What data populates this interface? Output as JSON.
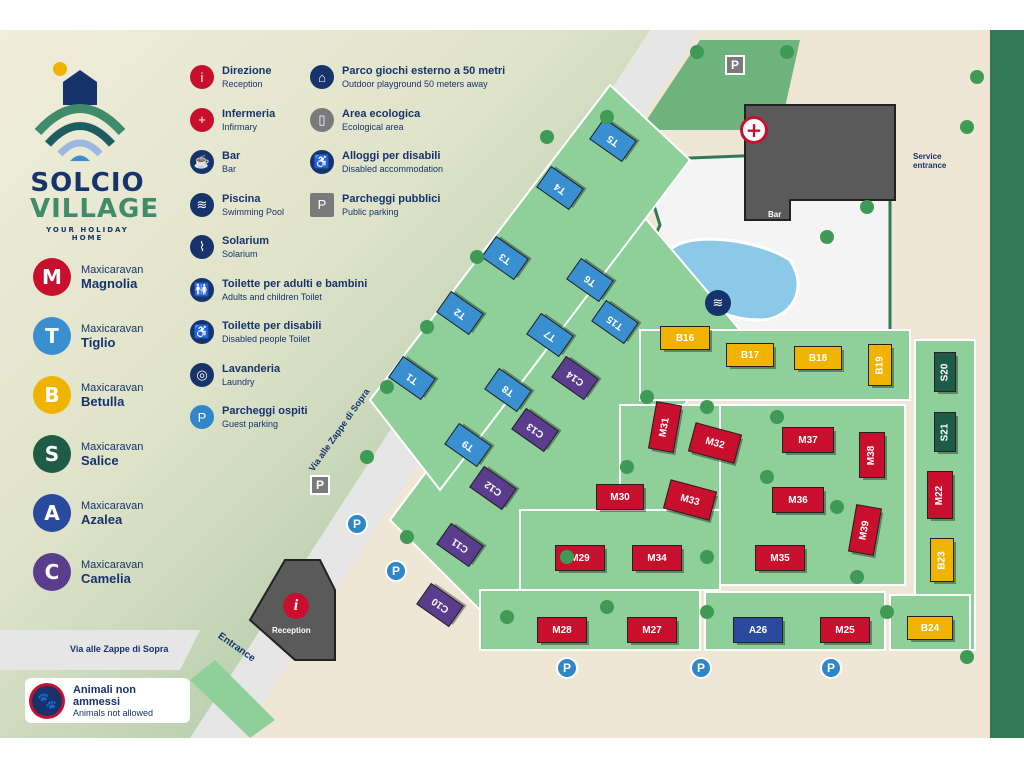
{
  "brand": {
    "line1": "SOLCIO",
    "line2": "VILLAGE",
    "tagline": "YOUR HOLIDAY HOME"
  },
  "categories": [
    {
      "letter": "M",
      "type": "Maxicaravan",
      "name": "Magnolia",
      "color": "#c8102e"
    },
    {
      "letter": "T",
      "type": "Maxicaravan",
      "name": "Tiglio",
      "color": "#3a8fd0"
    },
    {
      "letter": "B",
      "type": "Maxicaravan",
      "name": "Betulla",
      "color": "#f0b400"
    },
    {
      "letter": "S",
      "type": "Maxicaravan",
      "name": "Salice",
      "color": "#1f5c48"
    },
    {
      "letter": "A",
      "type": "Maxicaravan",
      "name": "Azalea",
      "color": "#2a4a9e"
    },
    {
      "letter": "C",
      "type": "Maxicaravan",
      "name": "Camelia",
      "color": "#5a3d8c"
    }
  ],
  "legend_col1": [
    {
      "icon": "info-icon",
      "it": "Direzione",
      "en": "Reception"
    },
    {
      "icon": "first-aid-icon",
      "it": "Infermeria",
      "en": "Infirmary"
    },
    {
      "icon": "coffee-cup-icon",
      "it": "Bar",
      "en": "Bar"
    },
    {
      "icon": "swimmer-icon",
      "it": "Piscina",
      "en": "Swimming Pool"
    },
    {
      "icon": "sunbed-icon",
      "it": "Solarium",
      "en": "Solarium"
    },
    {
      "icon": "toilet-icon",
      "it": "Toilette per adulti e bambini",
      "en": "Adults and children Toilet"
    },
    {
      "icon": "wheelchair-icon",
      "it": "Toilette per disabili",
      "en": "Disabled people Toilet"
    },
    {
      "icon": "washing-machine-icon",
      "it": "Lavanderia",
      "en": "Laundry"
    },
    {
      "icon": "parking-icon",
      "it": "Parcheggi ospiti",
      "en": "Guest parking"
    }
  ],
  "legend_col2": [
    {
      "icon": "playground-icon",
      "it": "Parco giochi esterno a 50 metri",
      "en": "Outdoor playground 50 meters away"
    },
    {
      "icon": "recycle-bin-icon",
      "it": "Area ecologica",
      "en": "Ecological area"
    },
    {
      "icon": "wheelchair-icon",
      "it": "Alloggi per disabili",
      "en": "Disabled accommodation"
    },
    {
      "icon": "public-parking-icon",
      "it": "Parcheggi pubblici",
      "en": "Public parking"
    }
  ],
  "map": {
    "street": "Via alle Zappe di Sopra",
    "entrance": "Entrance",
    "service_entrance": "Service entrance",
    "reception": "Reception",
    "bar": "Bar",
    "parking_symbol": "P",
    "units": [
      {
        "label": "T1",
        "type": "T"
      },
      {
        "label": "T2",
        "type": "T"
      },
      {
        "label": "T3",
        "type": "T"
      },
      {
        "label": "T4",
        "type": "T"
      },
      {
        "label": "T5",
        "type": "T"
      },
      {
        "label": "T6",
        "type": "T"
      },
      {
        "label": "T7",
        "type": "T"
      },
      {
        "label": "T8",
        "type": "T"
      },
      {
        "label": "T9",
        "type": "T"
      },
      {
        "label": "T15",
        "type": "T"
      },
      {
        "label": "C10",
        "type": "C"
      },
      {
        "label": "C11",
        "type": "C"
      },
      {
        "label": "C12",
        "type": "C"
      },
      {
        "label": "C13",
        "type": "C"
      },
      {
        "label": "C14",
        "type": "C"
      },
      {
        "label": "B16",
        "type": "B"
      },
      {
        "label": "B17",
        "type": "B"
      },
      {
        "label": "B18",
        "type": "B"
      },
      {
        "label": "B19",
        "type": "B"
      },
      {
        "label": "B23",
        "type": "B"
      },
      {
        "label": "B24",
        "type": "B"
      },
      {
        "label": "S20",
        "type": "S"
      },
      {
        "label": "S21",
        "type": "S"
      },
      {
        "label": "M22",
        "type": "M"
      },
      {
        "label": "M25",
        "type": "M"
      },
      {
        "label": "M27",
        "type": "M"
      },
      {
        "label": "M28",
        "type": "M"
      },
      {
        "label": "M29",
        "type": "M"
      },
      {
        "label": "M30",
        "type": "M"
      },
      {
        "label": "M31",
        "type": "M"
      },
      {
        "label": "M32",
        "type": "M"
      },
      {
        "label": "M33",
        "type": "M"
      },
      {
        "label": "M34",
        "type": "M"
      },
      {
        "label": "M35",
        "type": "M"
      },
      {
        "label": "M36",
        "type": "M"
      },
      {
        "label": "M37",
        "type": "M"
      },
      {
        "label": "M38",
        "type": "M"
      },
      {
        "label": "M39",
        "type": "M"
      },
      {
        "label": "A26",
        "type": "A"
      }
    ]
  },
  "notice": {
    "it": "Animali non ammessi",
    "en": "Animals not allowed"
  }
}
